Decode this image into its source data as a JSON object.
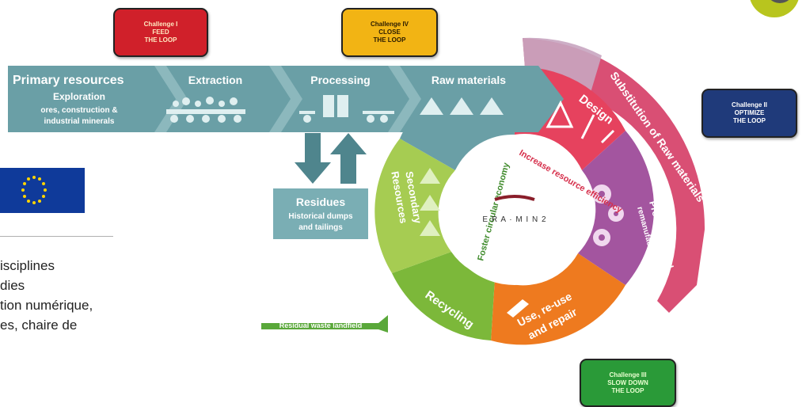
{
  "challenges": {
    "c1": {
      "line1": "Challenge I",
      "line2": "FEED",
      "line3": "THE LOOP",
      "color": "#d0202a"
    },
    "c4": {
      "line1": "Challenge IV",
      "line2": "CLOSE",
      "line3": "THE LOOP",
      "color": "#f2b414"
    },
    "c2": {
      "line1": "Challenge II",
      "line2": "OPTIMIZE",
      "line3": "THE LOOP",
      "color": "#1f3a7a"
    },
    "c3": {
      "line1": "Challenge III",
      "line2": "SLOW DOWN",
      "line3": "THE LOOP",
      "color": "#2a9a38"
    }
  },
  "chain": {
    "primary": "Primary resources",
    "exploration": "Exploration",
    "exploration_sub1": "ores, construction &",
    "exploration_sub2": "industrial minerals",
    "extraction": "Extraction",
    "processing": "Processing",
    "raw_materials": "Raw materials"
  },
  "residues": {
    "title": "Residues",
    "sub1": "Historical dumps",
    "sub2": "and tailings"
  },
  "loop": {
    "substitution": "Substitution of Raw materials",
    "design": "Design",
    "production1": "Production and",
    "production2": "remanufacturing",
    "use1": "Use, re-use",
    "use2": "and repair",
    "recycling": "Recycling",
    "secondary1": "Secondary",
    "secondary2": "Resources",
    "waste": "Residual waste landfield",
    "increase": "Increase resource efficiency",
    "foster": "Foster circular economy",
    "logo": "E R A · M I N 2"
  },
  "left_text": {
    "l1": "isciplines",
    "l2": "dies",
    "l3": "tion numérique,",
    "l4": "es, chaire de"
  },
  "colors": {
    "chain": "#6a9fa6",
    "chain_dark": "#4f858d",
    "eu_blue": "#0f3a9a",
    "eu_stars": "#ffd400"
  }
}
